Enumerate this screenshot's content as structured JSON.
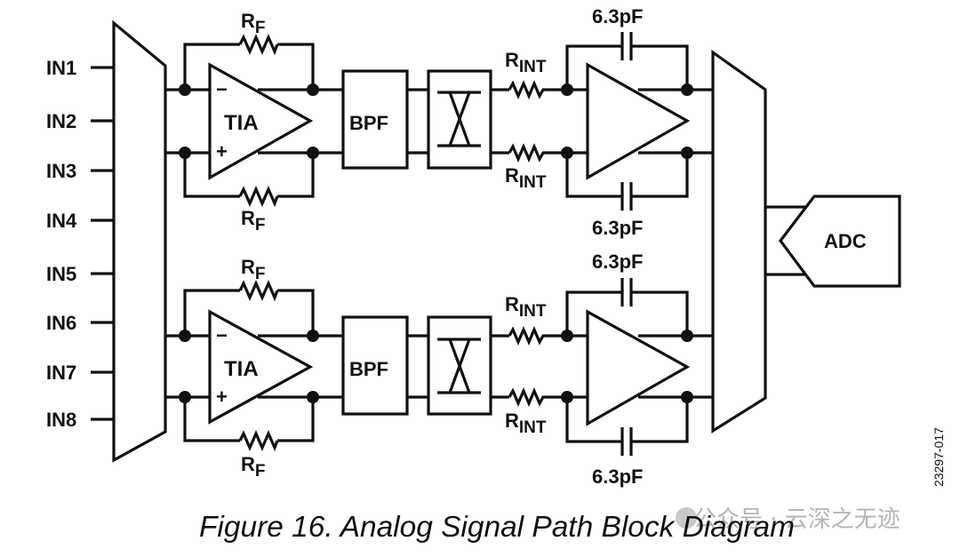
{
  "diagram": {
    "inputs": [
      "IN1",
      "IN2",
      "IN3",
      "IN4",
      "IN5",
      "IN6",
      "IN7",
      "IN8"
    ],
    "tia_label": "TIA",
    "tia_minus": "−",
    "tia_plus": "+",
    "bpf_label": "BPF",
    "rf_main": "R",
    "rf_sub": "F",
    "rint_main": "R",
    "rint_sub": "INT",
    "cap_value": "6.3pF",
    "adc_label": "ADC",
    "figure_id": "23297-017",
    "caption": "Figure 16. Analog Signal Path Block Diagram",
    "watermark": "公众号 · 云深之无迹"
  }
}
